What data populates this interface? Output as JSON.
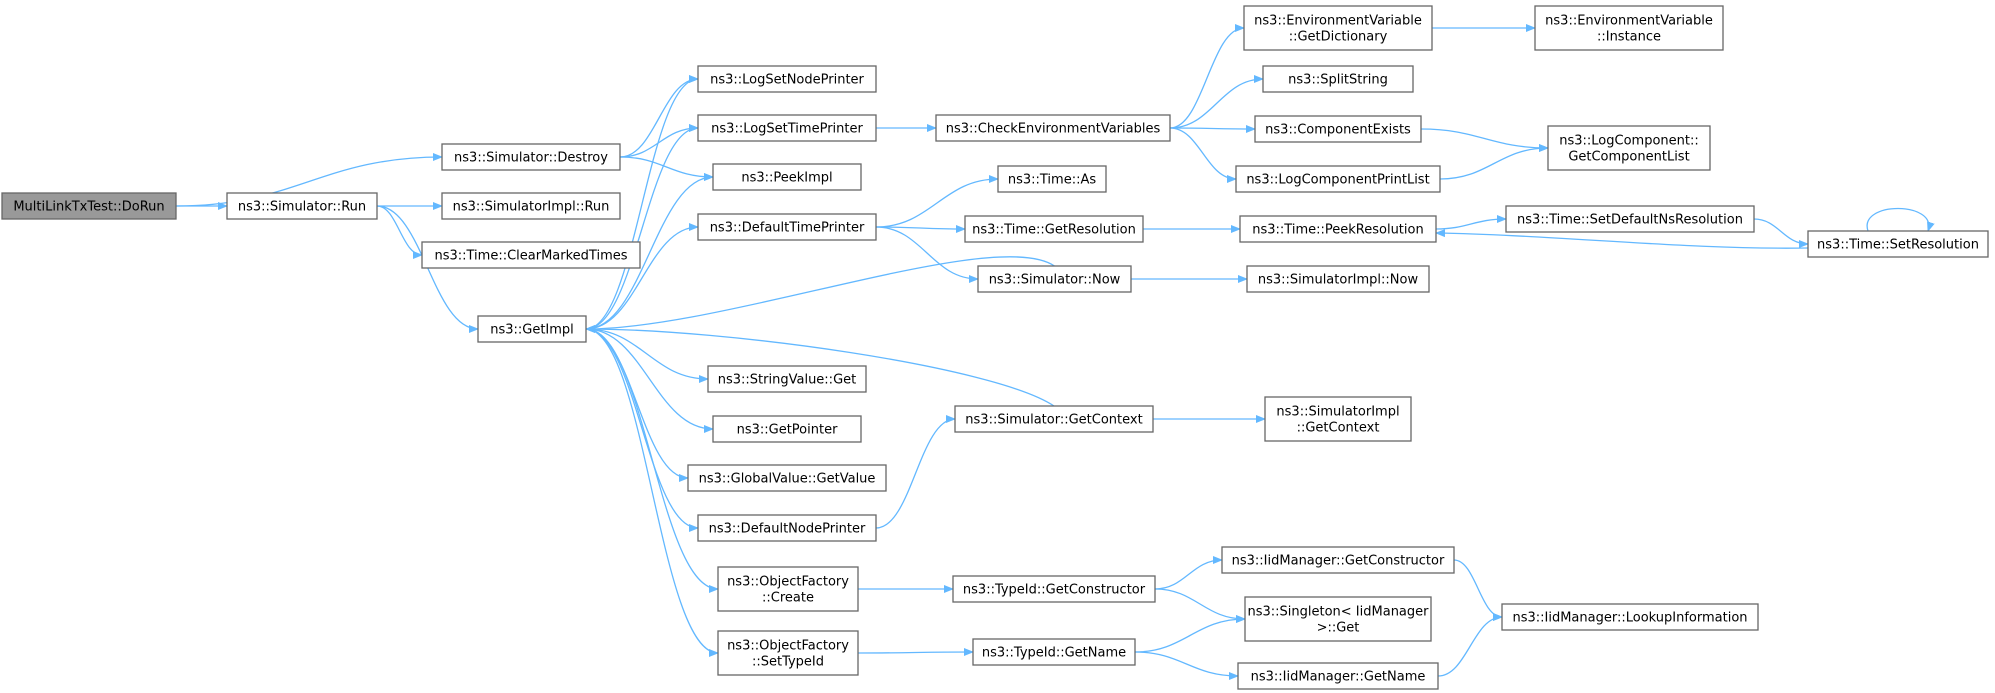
{
  "colors": {
    "edge": "#63b8ff",
    "node_border": "#666666",
    "root_fill": "#999999",
    "node_fill": "#ffffff"
  },
  "nodes": [
    {
      "id": "dorun",
      "lines": [
        "MultiLinkTxTest::DoRun"
      ],
      "root": true
    },
    {
      "id": "destroy",
      "lines": [
        "ns3::Simulator::Destroy"
      ]
    },
    {
      "id": "run",
      "lines": [
        "ns3::Simulator::Run"
      ]
    },
    {
      "id": "simimplrun",
      "lines": [
        "ns3::SimulatorImpl::Run"
      ]
    },
    {
      "id": "clearmarked",
      "lines": [
        "ns3::Time::ClearMarkedTimes"
      ]
    },
    {
      "id": "getimpl",
      "lines": [
        "ns3::GetImpl"
      ]
    },
    {
      "id": "lognodeprinter",
      "lines": [
        "ns3::LogSetNodePrinter"
      ]
    },
    {
      "id": "logtimeprinter",
      "lines": [
        "ns3::LogSetTimePrinter"
      ]
    },
    {
      "id": "peekimpl",
      "lines": [
        "ns3::PeekImpl"
      ]
    },
    {
      "id": "deftimeprinter",
      "lines": [
        "ns3::DefaultTimePrinter"
      ]
    },
    {
      "id": "stringget",
      "lines": [
        "ns3::StringValue::Get"
      ]
    },
    {
      "id": "getpointer",
      "lines": [
        "ns3::GetPointer"
      ]
    },
    {
      "id": "gvgetvalue",
      "lines": [
        "ns3::GlobalValue::GetValue"
      ]
    },
    {
      "id": "defnodeprinter",
      "lines": [
        "ns3::DefaultNodePrinter"
      ]
    },
    {
      "id": "ofcreate",
      "lines": [
        "ns3::ObjectFactory",
        "::Create"
      ]
    },
    {
      "id": "ofsettypeid",
      "lines": [
        "ns3::ObjectFactory",
        "::SetTypeId"
      ]
    },
    {
      "id": "checkenv",
      "lines": [
        "ns3::CheckEnvironmentVariables"
      ]
    },
    {
      "id": "timeas",
      "lines": [
        "ns3::Time::As"
      ]
    },
    {
      "id": "timegetres",
      "lines": [
        "ns3::Time::GetResolution"
      ]
    },
    {
      "id": "simnow",
      "lines": [
        "ns3::Simulator::Now"
      ]
    },
    {
      "id": "simgetctx",
      "lines": [
        "ns3::Simulator::GetContext"
      ]
    },
    {
      "id": "tidgetctor",
      "lines": [
        "ns3::TypeId::GetConstructor"
      ]
    },
    {
      "id": "tidgetname",
      "lines": [
        "ns3::TypeId::GetName"
      ]
    },
    {
      "id": "envgetdict",
      "lines": [
        "ns3::EnvironmentVariable",
        "::GetDictionary"
      ]
    },
    {
      "id": "splitstring",
      "lines": [
        "ns3::SplitString"
      ]
    },
    {
      "id": "compexists",
      "lines": [
        "ns3::ComponentExists"
      ]
    },
    {
      "id": "logcompprint",
      "lines": [
        "ns3::LogComponentPrintList"
      ]
    },
    {
      "id": "timepeekres",
      "lines": [
        "ns3::Time::PeekResolution"
      ]
    },
    {
      "id": "simimplnow",
      "lines": [
        "ns3::SimulatorImpl::Now"
      ]
    },
    {
      "id": "simimplctx",
      "lines": [
        "ns3::SimulatorImpl",
        "::GetContext"
      ]
    },
    {
      "id": "iidgetctor",
      "lines": [
        "ns3::IidManager::GetConstructor"
      ]
    },
    {
      "id": "singletonget",
      "lines": [
        "ns3::Singleton< IidManager",
        ">::Get"
      ]
    },
    {
      "id": "iidgetname",
      "lines": [
        "ns3::IidManager::GetName"
      ]
    },
    {
      "id": "envinstance",
      "lines": [
        "ns3::EnvironmentVariable",
        "::Instance"
      ]
    },
    {
      "id": "logcompgetlist",
      "lines": [
        "ns3::LogComponent::",
        "GetComponentList"
      ]
    },
    {
      "id": "timesetdefns",
      "lines": [
        "ns3::Time::SetDefaultNsResolution"
      ]
    },
    {
      "id": "iidlookup",
      "lines": [
        "ns3::IidManager::LookupInformation"
      ]
    },
    {
      "id": "timesetres",
      "lines": [
        "ns3::Time::SetResolution"
      ]
    }
  ],
  "edges": [
    [
      "dorun",
      "destroy"
    ],
    [
      "dorun",
      "run"
    ],
    [
      "destroy",
      "lognodeprinter"
    ],
    [
      "destroy",
      "logtimeprinter"
    ],
    [
      "destroy",
      "peekimpl"
    ],
    [
      "run",
      "simimplrun"
    ],
    [
      "run",
      "clearmarked"
    ],
    [
      "run",
      "getimpl"
    ],
    [
      "getimpl",
      "lognodeprinter"
    ],
    [
      "getimpl",
      "logtimeprinter"
    ],
    [
      "getimpl",
      "peekimpl"
    ],
    [
      "getimpl",
      "deftimeprinter"
    ],
    [
      "getimpl",
      "stringget"
    ],
    [
      "getimpl",
      "getpointer"
    ],
    [
      "getimpl",
      "gvgetvalue"
    ],
    [
      "getimpl",
      "defnodeprinter"
    ],
    [
      "getimpl",
      "ofcreate"
    ],
    [
      "getimpl",
      "ofsettypeid"
    ],
    [
      "logtimeprinter",
      "checkenv"
    ],
    [
      "checkenv",
      "envgetdict"
    ],
    [
      "checkenv",
      "splitstring"
    ],
    [
      "checkenv",
      "compexists"
    ],
    [
      "checkenv",
      "logcompprint"
    ],
    [
      "envgetdict",
      "envinstance"
    ],
    [
      "compexists",
      "logcompgetlist"
    ],
    [
      "logcompprint",
      "logcompgetlist"
    ],
    [
      "deftimeprinter",
      "timeas"
    ],
    [
      "deftimeprinter",
      "timegetres"
    ],
    [
      "deftimeprinter",
      "simnow"
    ],
    [
      "timegetres",
      "timepeekres"
    ],
    [
      "timepeekres",
      "timesetdefns"
    ],
    [
      "timesetdefns",
      "timesetres"
    ],
    [
      "timesetres",
      "timepeekres"
    ],
    [
      "timesetres",
      "timesetres"
    ],
    [
      "simnow",
      "simimplnow"
    ],
    [
      "simnow",
      "getimpl"
    ],
    [
      "defnodeprinter",
      "simgetctx"
    ],
    [
      "simgetctx",
      "getimpl"
    ],
    [
      "simgetctx",
      "simimplctx"
    ],
    [
      "ofcreate",
      "tidgetctor"
    ],
    [
      "tidgetctor",
      "iidgetctor"
    ],
    [
      "tidgetctor",
      "singletonget"
    ],
    [
      "iidgetctor",
      "iidlookup"
    ],
    [
      "ofsettypeid",
      "tidgetname"
    ],
    [
      "tidgetname",
      "singletonget"
    ],
    [
      "tidgetname",
      "iidgetname"
    ],
    [
      "iidgetname",
      "iidlookup"
    ]
  ]
}
